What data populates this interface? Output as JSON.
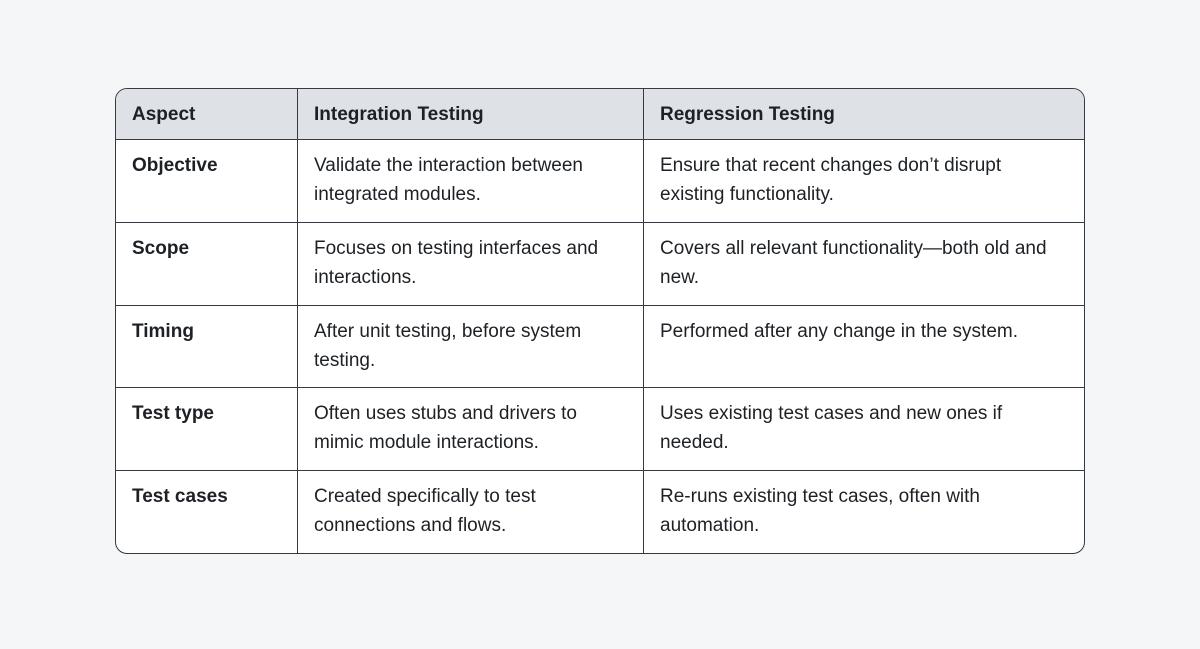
{
  "page": {
    "background_color": "#f5f6f8"
  },
  "table": {
    "border_color": "#343a40",
    "header_bg_color": "#dee1e5",
    "cell_bg_color": "#ffffff",
    "text_color": "#1d2125",
    "columns": {
      "aspect": "Aspect",
      "integration": "Integration Testing",
      "regression": "Regression Testing"
    },
    "rows": [
      {
        "aspect": "Objective",
        "integration": "Validate the interaction between integrated modules.",
        "regression": "Ensure that recent changes don’t disrupt existing functionality."
      },
      {
        "aspect": "Scope",
        "integration": "Focuses on testing interfaces and interactions.",
        "regression": "Covers all relevant functionality—both old and new."
      },
      {
        "aspect": "Timing",
        "integration": "After unit testing, before system testing.",
        "regression": "Performed after any change in the system."
      },
      {
        "aspect": "Test type",
        "integration": "Often uses stubs and drivers to mimic module interactions.",
        "regression": "Uses existing test cases and new ones if needed."
      },
      {
        "aspect": "Test cases",
        "integration": "Created specifically to test connections and flows.",
        "regression": "Re-runs existing test cases, often with automation."
      }
    ]
  }
}
